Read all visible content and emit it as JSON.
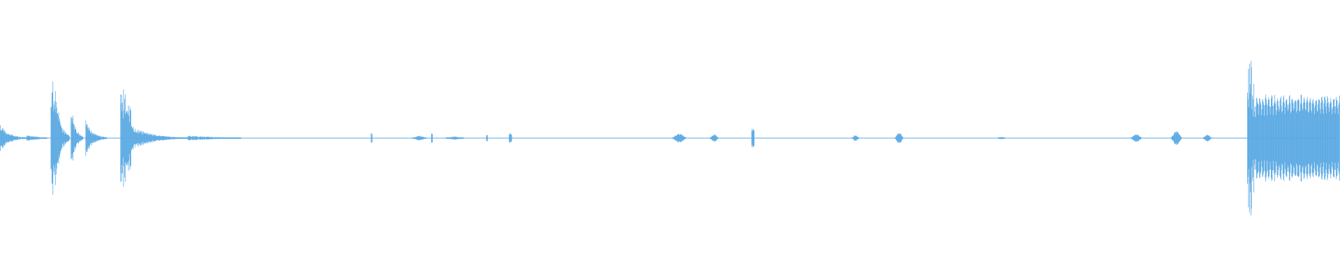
{
  "waveform": {
    "color": "#5aa9e3",
    "peak_scale": 1.0,
    "segments": [
      {
        "t_start": 0.0,
        "t_end": 0.02,
        "amp": 0.18,
        "shape": "burst_decay"
      },
      {
        "t_start": 0.02,
        "t_end": 0.035,
        "amp": 0.04,
        "shape": "tail"
      },
      {
        "t_start": 0.038,
        "t_end": 0.042,
        "amp": 0.95,
        "shape": "spike_cluster"
      },
      {
        "t_start": 0.042,
        "t_end": 0.052,
        "amp": 0.58,
        "shape": "burst_decay"
      },
      {
        "t_start": 0.053,
        "t_end": 0.062,
        "amp": 0.46,
        "shape": "burst_decay"
      },
      {
        "t_start": 0.064,
        "t_end": 0.08,
        "amp": 0.22,
        "shape": "burst_decay"
      },
      {
        "t_start": 0.09,
        "t_end": 0.098,
        "amp": 0.62,
        "shape": "spike_cluster"
      },
      {
        "t_start": 0.098,
        "t_end": 0.14,
        "amp": 0.16,
        "shape": "burst_decay"
      },
      {
        "t_start": 0.14,
        "t_end": 0.18,
        "amp": 0.03,
        "shape": "tail"
      },
      {
        "t_start": 0.277,
        "t_end": 0.278,
        "amp": 0.07,
        "shape": "tick"
      },
      {
        "t_start": 0.308,
        "t_end": 0.318,
        "amp": 0.03,
        "shape": "blip"
      },
      {
        "t_start": 0.322,
        "t_end": 0.323,
        "amp": 0.06,
        "shape": "tick"
      },
      {
        "t_start": 0.333,
        "t_end": 0.346,
        "amp": 0.02,
        "shape": "blip"
      },
      {
        "t_start": 0.363,
        "t_end": 0.364,
        "amp": 0.05,
        "shape": "tick"
      },
      {
        "t_start": 0.38,
        "t_end": 0.382,
        "amp": 0.06,
        "shape": "tick"
      },
      {
        "t_start": 0.502,
        "t_end": 0.512,
        "amp": 0.06,
        "shape": "blip"
      },
      {
        "t_start": 0.53,
        "t_end": 0.536,
        "amp": 0.05,
        "shape": "blip"
      },
      {
        "t_start": 0.561,
        "t_end": 0.563,
        "amp": 0.12,
        "shape": "tick"
      },
      {
        "t_start": 0.636,
        "t_end": 0.641,
        "amp": 0.04,
        "shape": "blip"
      },
      {
        "t_start": 0.668,
        "t_end": 0.674,
        "amp": 0.07,
        "shape": "blip"
      },
      {
        "t_start": 0.745,
        "t_end": 0.75,
        "amp": 0.015,
        "shape": "blip"
      },
      {
        "t_start": 0.844,
        "t_end": 0.852,
        "amp": 0.05,
        "shape": "blip"
      },
      {
        "t_start": 0.874,
        "t_end": 0.882,
        "amp": 0.09,
        "shape": "blip"
      },
      {
        "t_start": 0.898,
        "t_end": 0.904,
        "amp": 0.05,
        "shape": "blip"
      },
      {
        "t_start": 0.931,
        "t_end": 0.937,
        "amp": 0.98,
        "shape": "spike_cluster"
      },
      {
        "t_start": 0.937,
        "t_end": 1.0,
        "amp": 0.55,
        "shape": "sustained_pulse"
      }
    ]
  }
}
